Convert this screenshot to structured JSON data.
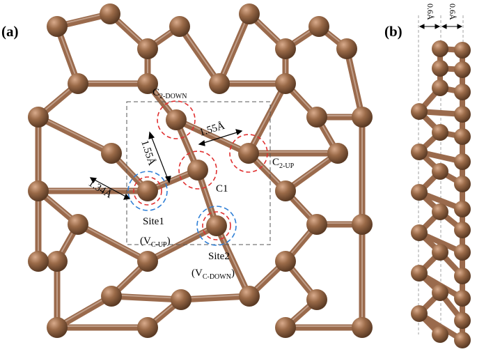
{
  "panels": {
    "a_label": "(a)",
    "b_label": "(b)"
  },
  "labels": {
    "c2_down_main": "C",
    "c2_down_sub": "2-DOWN",
    "c2_up_main": "C",
    "c2_up_sub": "2-UP",
    "c1": "C1",
    "site1": "Site1",
    "vc_up_open": "(V",
    "vc_up_sub": "C-UP",
    "vc_up_close": ")",
    "site2": "Site2",
    "vc_down_open": "(V",
    "vc_down_sub": "C-DOWN",
    "vc_down_close": ")",
    "bond_155_a": "1.55Å",
    "bond_155_b": "1.55Å",
    "bond_134": "1.34Å",
    "buckle_1": "0.6Å",
    "buckle_2": "0.6Å"
  },
  "colors": {
    "atom": "#8a5a3c",
    "atom_highlight": "#c99a7c",
    "bond": "#9a6a4c",
    "bond_light": "#d8c0b0",
    "circle_red": "#e03030",
    "circle_blue": "#2f7fd6",
    "unit_cell": "#555555"
  }
}
